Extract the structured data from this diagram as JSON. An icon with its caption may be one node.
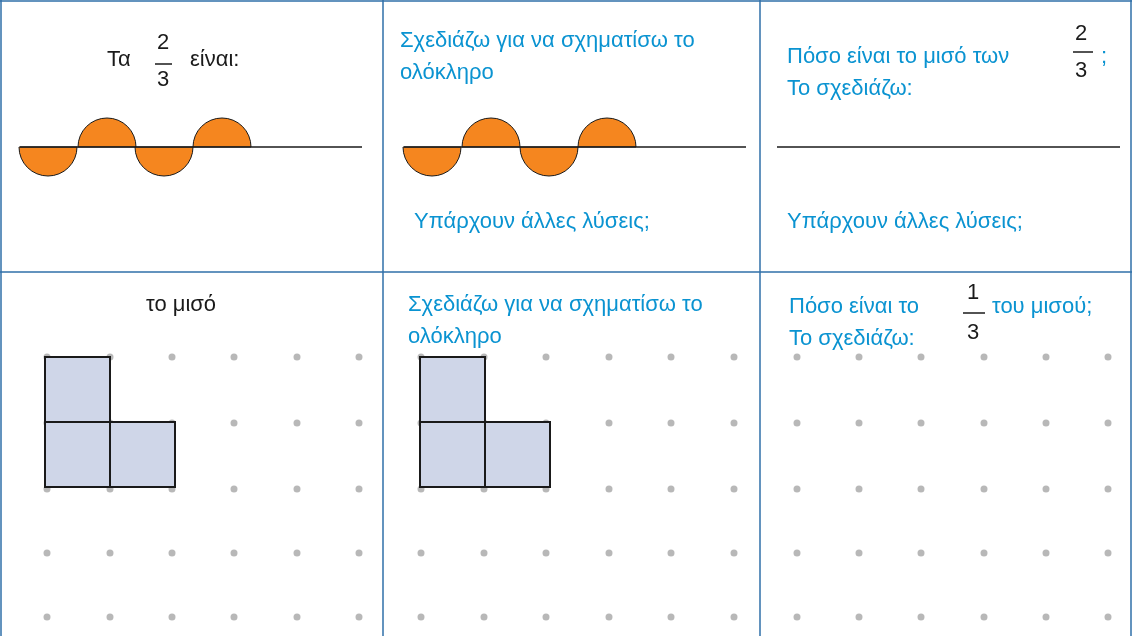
{
  "diagram": {
    "labels": [
      "Τα",
      "2",
      "3",
      "είναι:",
      "Σχεδιάζω για να σχηματίσω το ολόκληρο",
      "Υπάρχουν άλλες λύσεις;",
      "Πόσο είναι το μισό των",
      "2",
      "3",
      ";",
      "Το σχεδιάζω:",
      "Υπάρχουν άλλες λύσεις;",
      "το μισό",
      "Σχεδιάζω για να σχηματίσω το ολόκληρο",
      "Πόσο είναι το",
      "1",
      "3",
      "του μισού;",
      "Το σχεδιάζω:"
    ]
  }
}
